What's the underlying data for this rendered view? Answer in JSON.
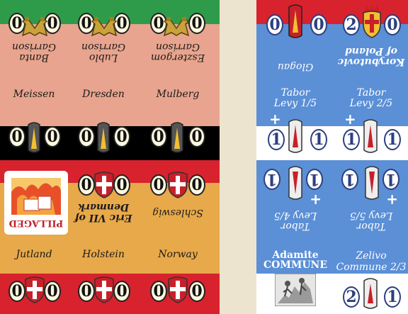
{
  "left_sheet": {
    "row1_labels": [
      "Banta Garrison",
      "Lublo Garrison",
      "Esztergom Garrison"
    ],
    "row1_towns": [
      "Meissen",
      "Dresden",
      "Mulberg"
    ],
    "row2_labels": [
      "Eric VII of Denmark",
      "Schleswig"
    ],
    "pillaged_label": "PILLAGED",
    "row2_towns": [
      "Jutland",
      "Holstein",
      "Norway"
    ]
  },
  "right_sheet": {
    "top_labels": [
      "Glogau",
      "Korybutovic of Poland"
    ],
    "levy_top": [
      "Tabor Levy 1/5",
      "Tabor Levy 2/5"
    ],
    "levy_bottom": [
      "Tabor Levy 4/5",
      "Tabor Levy 5/5"
    ],
    "adamite_title": "Adamite",
    "adamite_sub": "COMMUNE",
    "zelivo_title": "Zelivo",
    "zelivo_sub": "Commune 2/3"
  },
  "counter_values": {
    "zero": "0",
    "one": "1",
    "two": "2",
    "plus": "+",
    "minus": "-"
  },
  "colors": {
    "green": "#2e9b4a",
    "salmon": "#e8a48e",
    "red": "#d8222d",
    "orange": "#e8a94a",
    "blue": "#5b8fd6",
    "white": "#ffffff",
    "black": "#000000",
    "background": "#ede4cf"
  }
}
